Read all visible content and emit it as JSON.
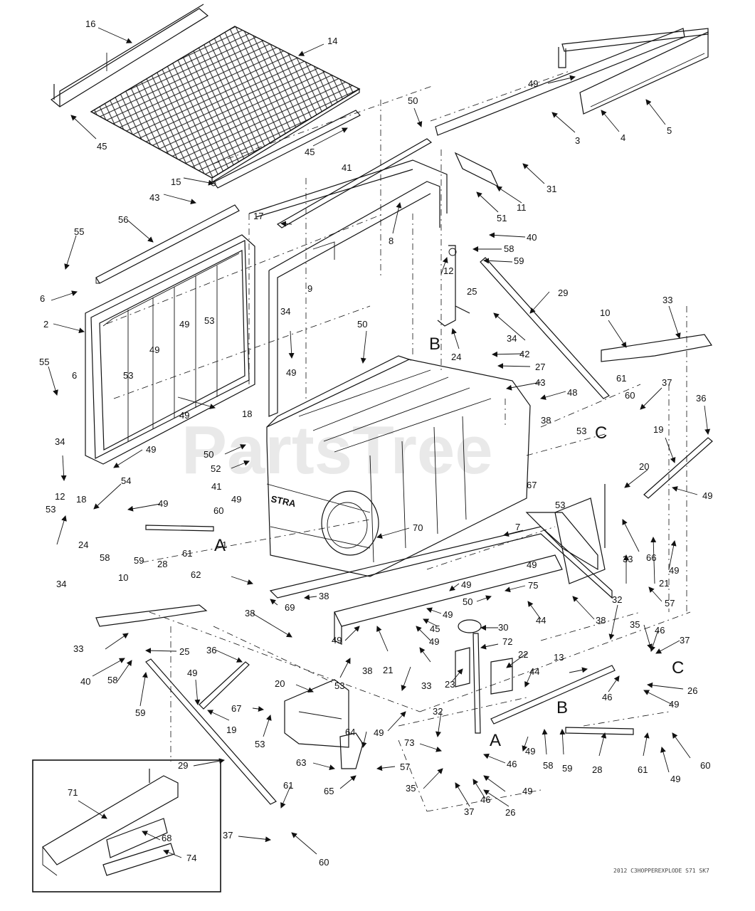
{
  "watermark": "PartsTree",
  "footer_code": "2012 C3HOPPEREXPLODE S71 SK7",
  "reference_letters": {
    "a1": "A",
    "a2": "A",
    "b1": "B",
    "b2": "B",
    "c1": "C",
    "c2": "C"
  },
  "tank_brand": "STRA",
  "callouts": [
    {
      "id": "c16",
      "text": "16"
    },
    {
      "id": "c14",
      "text": "14"
    },
    {
      "id": "c45a",
      "text": "45"
    },
    {
      "id": "c45b",
      "text": "45"
    },
    {
      "id": "c15",
      "text": "15"
    },
    {
      "id": "c43a",
      "text": "43"
    },
    {
      "id": "c56",
      "text": "56"
    },
    {
      "id": "c55a",
      "text": "55"
    },
    {
      "id": "c6a",
      "text": "6"
    },
    {
      "id": "c2",
      "text": "2"
    },
    {
      "id": "c49a",
      "text": "49"
    },
    {
      "id": "c53a",
      "text": "53"
    },
    {
      "id": "c49b",
      "text": "49"
    },
    {
      "id": "c53b",
      "text": "53"
    },
    {
      "id": "c55b",
      "text": "55"
    },
    {
      "id": "c6b",
      "text": "6"
    },
    {
      "id": "c34a",
      "text": "34"
    },
    {
      "id": "c18a",
      "text": "18"
    },
    {
      "id": "c49c",
      "text": "49"
    },
    {
      "id": "c12a",
      "text": "12"
    },
    {
      "id": "c53c",
      "text": "53"
    },
    {
      "id": "c54",
      "text": "54"
    },
    {
      "id": "c49d",
      "text": "49"
    },
    {
      "id": "c24a",
      "text": "24"
    },
    {
      "id": "c58a",
      "text": "58"
    },
    {
      "id": "c59a",
      "text": "59"
    },
    {
      "id": "c28a",
      "text": "28"
    },
    {
      "id": "c34b",
      "text": "34"
    },
    {
      "id": "c61a",
      "text": "61"
    },
    {
      "id": "c60a",
      "text": "60"
    },
    {
      "id": "c49e",
      "text": "49"
    },
    {
      "id": "c41a",
      "text": "41"
    },
    {
      "id": "c52",
      "text": "52"
    },
    {
      "id": "c50a",
      "text": "50"
    },
    {
      "id": "c41b",
      "text": "41"
    },
    {
      "id": "c17",
      "text": "17"
    },
    {
      "id": "c9",
      "text": "9"
    },
    {
      "id": "c34c",
      "text": "34"
    },
    {
      "id": "c49f",
      "text": "49"
    },
    {
      "id": "c18b",
      "text": "18"
    },
    {
      "id": "c49g",
      "text": "49"
    },
    {
      "id": "c50b",
      "text": "50"
    },
    {
      "id": "c8",
      "text": "8"
    },
    {
      "id": "c49h",
      "text": "49"
    },
    {
      "id": "c3",
      "text": "3"
    },
    {
      "id": "c4",
      "text": "4"
    },
    {
      "id": "c5",
      "text": "5"
    },
    {
      "id": "c31",
      "text": "31"
    },
    {
      "id": "c11",
      "text": "11"
    },
    {
      "id": "c51",
      "text": "51"
    },
    {
      "id": "c40a",
      "text": "40"
    },
    {
      "id": "c58b",
      "text": "58"
    },
    {
      "id": "c59b",
      "text": "59"
    },
    {
      "id": "c12b",
      "text": "12"
    },
    {
      "id": "c25a",
      "text": "25"
    },
    {
      "id": "c29a",
      "text": "29"
    },
    {
      "id": "c34d",
      "text": "34"
    },
    {
      "id": "c24b",
      "text": "24"
    },
    {
      "id": "c50c",
      "text": "50"
    },
    {
      "id": "c42",
      "text": "42"
    },
    {
      "id": "c27",
      "text": "27"
    },
    {
      "id": "c43b",
      "text": "43"
    },
    {
      "id": "c48a",
      "text": "48"
    },
    {
      "id": "c10a",
      "text": "10"
    },
    {
      "id": "c33a",
      "text": "33"
    },
    {
      "id": "c61b",
      "text": "61"
    },
    {
      "id": "c60b",
      "text": "60"
    },
    {
      "id": "c37a",
      "text": "37"
    },
    {
      "id": "c36a",
      "text": "36"
    },
    {
      "id": "c38a",
      "text": "38"
    },
    {
      "id": "c53d",
      "text": "53"
    },
    {
      "id": "c19a",
      "text": "19"
    },
    {
      "id": "c20a",
      "text": "20"
    },
    {
      "id": "c49i",
      "text": "49"
    },
    {
      "id": "c67a",
      "text": "67"
    },
    {
      "id": "c53e",
      "text": "53"
    },
    {
      "id": "c33b",
      "text": "33"
    },
    {
      "id": "c66",
      "text": "66"
    },
    {
      "id": "c21a",
      "text": "21"
    },
    {
      "id": "c49j",
      "text": "49"
    },
    {
      "id": "c57a",
      "text": "57"
    },
    {
      "id": "c70",
      "text": "70"
    },
    {
      "id": "c7",
      "text": "7"
    },
    {
      "id": "c1",
      "text": "1"
    },
    {
      "id": "c62",
      "text": "62"
    },
    {
      "id": "c38b",
      "text": "38"
    },
    {
      "id": "c69",
      "text": "69"
    },
    {
      "id": "c38c",
      "text": "38"
    },
    {
      "id": "c49k",
      "text": "49"
    },
    {
      "id": "c49l",
      "text": "49"
    },
    {
      "id": "c50d",
      "text": "50"
    },
    {
      "id": "c75",
      "text": "75"
    },
    {
      "id": "c44a",
      "text": "44"
    },
    {
      "id": "c38d",
      "text": "38"
    },
    {
      "id": "c32a",
      "text": "32"
    },
    {
      "id": "c10b",
      "text": "10"
    },
    {
      "id": "c33c",
      "text": "33"
    },
    {
      "id": "c25b",
      "text": "25"
    },
    {
      "id": "c36b",
      "text": "36"
    },
    {
      "id": "c40b",
      "text": "40"
    },
    {
      "id": "c58c",
      "text": "58"
    },
    {
      "id": "c59c",
      "text": "59"
    },
    {
      "id": "c49m",
      "text": "49"
    },
    {
      "id": "c19b",
      "text": "19"
    },
    {
      "id": "c20b",
      "text": "20"
    },
    {
      "id": "c67b",
      "text": "67"
    },
    {
      "id": "c53f",
      "text": "53"
    },
    {
      "id": "c49n",
      "text": "49"
    },
    {
      "id": "c45c",
      "text": "45"
    },
    {
      "id": "c49o",
      "text": "49"
    },
    {
      "id": "c49p",
      "text": "49"
    },
    {
      "id": "c38e",
      "text": "38"
    },
    {
      "id": "c53g",
      "text": "53"
    },
    {
      "id": "c21b",
      "text": "21"
    },
    {
      "id": "c33d",
      "text": "33"
    },
    {
      "id": "c30",
      "text": "30"
    },
    {
      "id": "c72",
      "text": "72"
    },
    {
      "id": "c22",
      "text": "22"
    },
    {
      "id": "c23",
      "text": "23"
    },
    {
      "id": "c44b",
      "text": "44"
    },
    {
      "id": "c13",
      "text": "13"
    },
    {
      "id": "c35a",
      "text": "35"
    },
    {
      "id": "c46a",
      "text": "46"
    },
    {
      "id": "c37b",
      "text": "37"
    },
    {
      "id": "c26a",
      "text": "26"
    },
    {
      "id": "c49q",
      "text": "49"
    },
    {
      "id": "c46b",
      "text": "46"
    },
    {
      "id": "c49r",
      "text": "49"
    },
    {
      "id": "c32b",
      "text": "32"
    },
    {
      "id": "c64",
      "text": "64"
    },
    {
      "id": "c63",
      "text": "63"
    },
    {
      "id": "c65",
      "text": "65"
    },
    {
      "id": "c57b",
      "text": "57"
    },
    {
      "id": "c73",
      "text": "73"
    },
    {
      "id": "c46c",
      "text": "46"
    },
    {
      "id": "c35b",
      "text": "35"
    },
    {
      "id": "c49s",
      "text": "49"
    },
    {
      "id": "c37c",
      "text": "37"
    },
    {
      "id": "c46d",
      "text": "46"
    },
    {
      "id": "c26b",
      "text": "26"
    },
    {
      "id": "c49t",
      "text": "49"
    },
    {
      "id": "c58d",
      "text": "58"
    },
    {
      "id": "c59d",
      "text": "59"
    },
    {
      "id": "c28b",
      "text": "28"
    },
    {
      "id": "c61c",
      "text": "61"
    },
    {
      "id": "c60c",
      "text": "60"
    },
    {
      "id": "c49u",
      "text": "49"
    },
    {
      "id": "c29b",
      "text": "29"
    },
    {
      "id": "c61d",
      "text": "61"
    },
    {
      "id": "c37d",
      "text": "37"
    },
    {
      "id": "c60d",
      "text": "60"
    },
    {
      "id": "c71",
      "text": "71"
    },
    {
      "id": "c68",
      "text": "68"
    },
    {
      "id": "c74",
      "text": "74"
    }
  ]
}
